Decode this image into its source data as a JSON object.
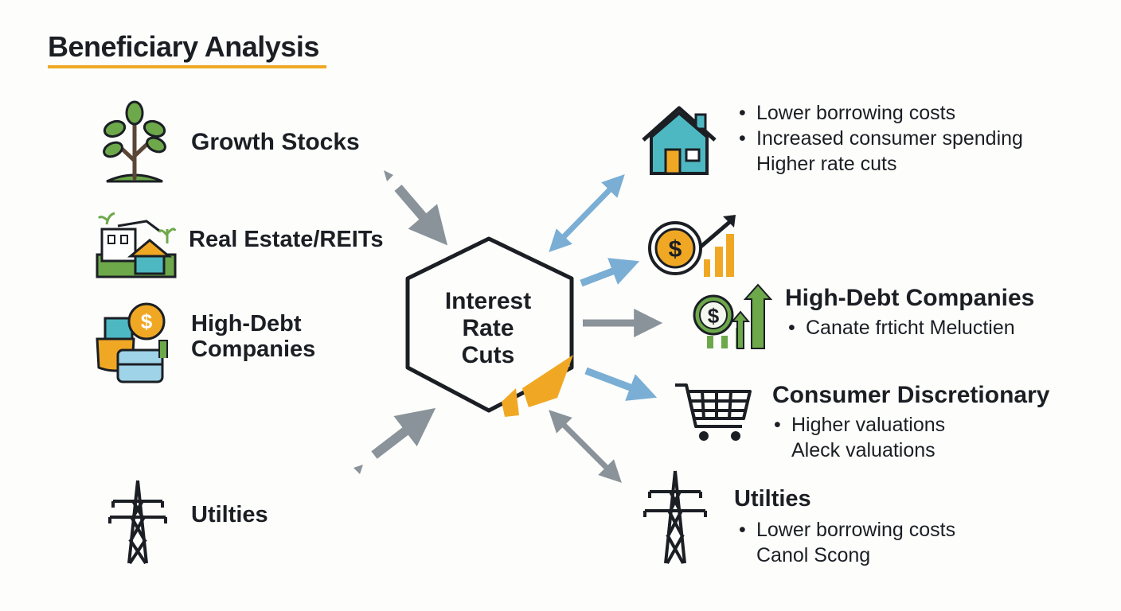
{
  "title": "Beneficiary Analysis",
  "hub": {
    "line1": "Interest",
    "line2": "Rate",
    "line3": "Cuts"
  },
  "left": {
    "growth": "Growth Stocks",
    "real_estate": "Real Estate/REITs",
    "high_debt_line1": "High-Debt",
    "high_debt_line2": "Companies",
    "utilities": "Utilties"
  },
  "right": {
    "house_bullets": [
      "Lower borrowing costs",
      "Increased consumer spending",
      "Higher rate cuts"
    ],
    "high_debt_title": "High-Debt Companies",
    "high_debt_bullets": [
      "Canate frticht Meluctien"
    ],
    "consumer_title": "Consumer Discretionary",
    "consumer_bullets": [
      "Higher valuations",
      "Aleck valuations"
    ],
    "utilities_title": "Utilties",
    "utilities_bullets": [
      "Lower borrowing costs",
      "Canol Scong"
    ]
  },
  "colors": {
    "accent_orange": "#f0a824",
    "arrow_gray": "#8a9399",
    "arrow_blue": "#7aaed4",
    "icon_green": "#6da84a",
    "icon_teal": "#4db8c2",
    "dark": "#1b1f24"
  },
  "icons": [
    "tree-icon",
    "real-estate-icon",
    "money-stack-icon",
    "power-tower-icon",
    "house-icon",
    "dollar-growth-icon",
    "dollar-bar-growth-icon",
    "shopping-cart-icon"
  ]
}
